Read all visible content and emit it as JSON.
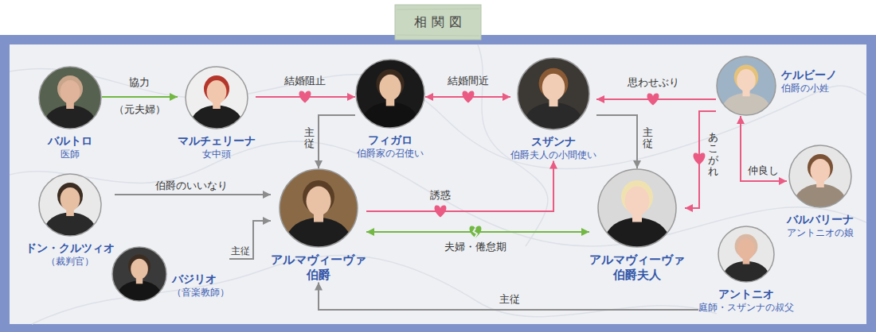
{
  "diagram": {
    "title": "相関図",
    "nodes": [
      {
        "text": [
          "バルトロ",
          "医師"
        ]
      },
      {
        "text": [
          "マルチェリーナ",
          "女中頭"
        ]
      },
      {
        "text": [
          "フィガロ",
          "伯爵家の召使い"
        ]
      },
      {
        "text": [
          "スザンナ",
          "伯爵夫人の小間使い"
        ]
      },
      {
        "text": [
          "ケルビーノ",
          "伯爵の小姓"
        ]
      },
      {
        "text": [
          "ドン・クルツィオ",
          "（裁判官）"
        ]
      },
      {
        "text": [
          "アルマヴィーヴァ 伯爵"
        ]
      },
      {
        "text": [
          "アルマヴィーヴァ 伯爵夫人"
        ]
      },
      {
        "text": [
          "バルバリーナ",
          "アントニオの娘"
        ]
      },
      {
        "text": [
          "バジリオ",
          "（音楽教師）"
        ]
      },
      {
        "text": [
          "アントニオ",
          "庭師・スザンナの叔父"
        ]
      }
    ],
    "edges": [
      {
        "from": 0,
        "to": 1,
        "label": "協力",
        "arrow": "to"
      },
      {
        "from": 1,
        "to": 2,
        "label": "結婚阻止",
        "arrow": "to"
      },
      {
        "from": 2,
        "to": 3,
        "label": "結婚間近",
        "arrow": "both"
      },
      {
        "from": 4,
        "to": 3,
        "label": "思わせぶり",
        "arrow": "to"
      },
      {
        "from": 2,
        "to": 6,
        "label": "主従",
        "arrow": "to"
      },
      {
        "from": 3,
        "to": 7,
        "label": "主従",
        "arrow": "to"
      },
      {
        "from": 4,
        "to": 7,
        "label": "あこがれ",
        "arrow": "to"
      },
      {
        "from": 4,
        "to": 8,
        "label": "仲良し",
        "arrow": "both"
      },
      {
        "from": 5,
        "to": 6,
        "label": "伯爵のいいなり",
        "arrow": "to"
      },
      {
        "from": 9,
        "to": 6,
        "label": "主従",
        "arrow": "to"
      },
      {
        "from": 6,
        "to": 3,
        "label": "誘惑",
        "arrow": "to"
      },
      {
        "from": 6,
        "to": 7,
        "label": "夫婦・倦怠期",
        "arrow": "both"
      },
      {
        "from": 10,
        "to": 6,
        "label": "主従",
        "arrow": "to"
      }
    ],
    "labels": [
      "（元夫婦）"
    ]
  }
}
